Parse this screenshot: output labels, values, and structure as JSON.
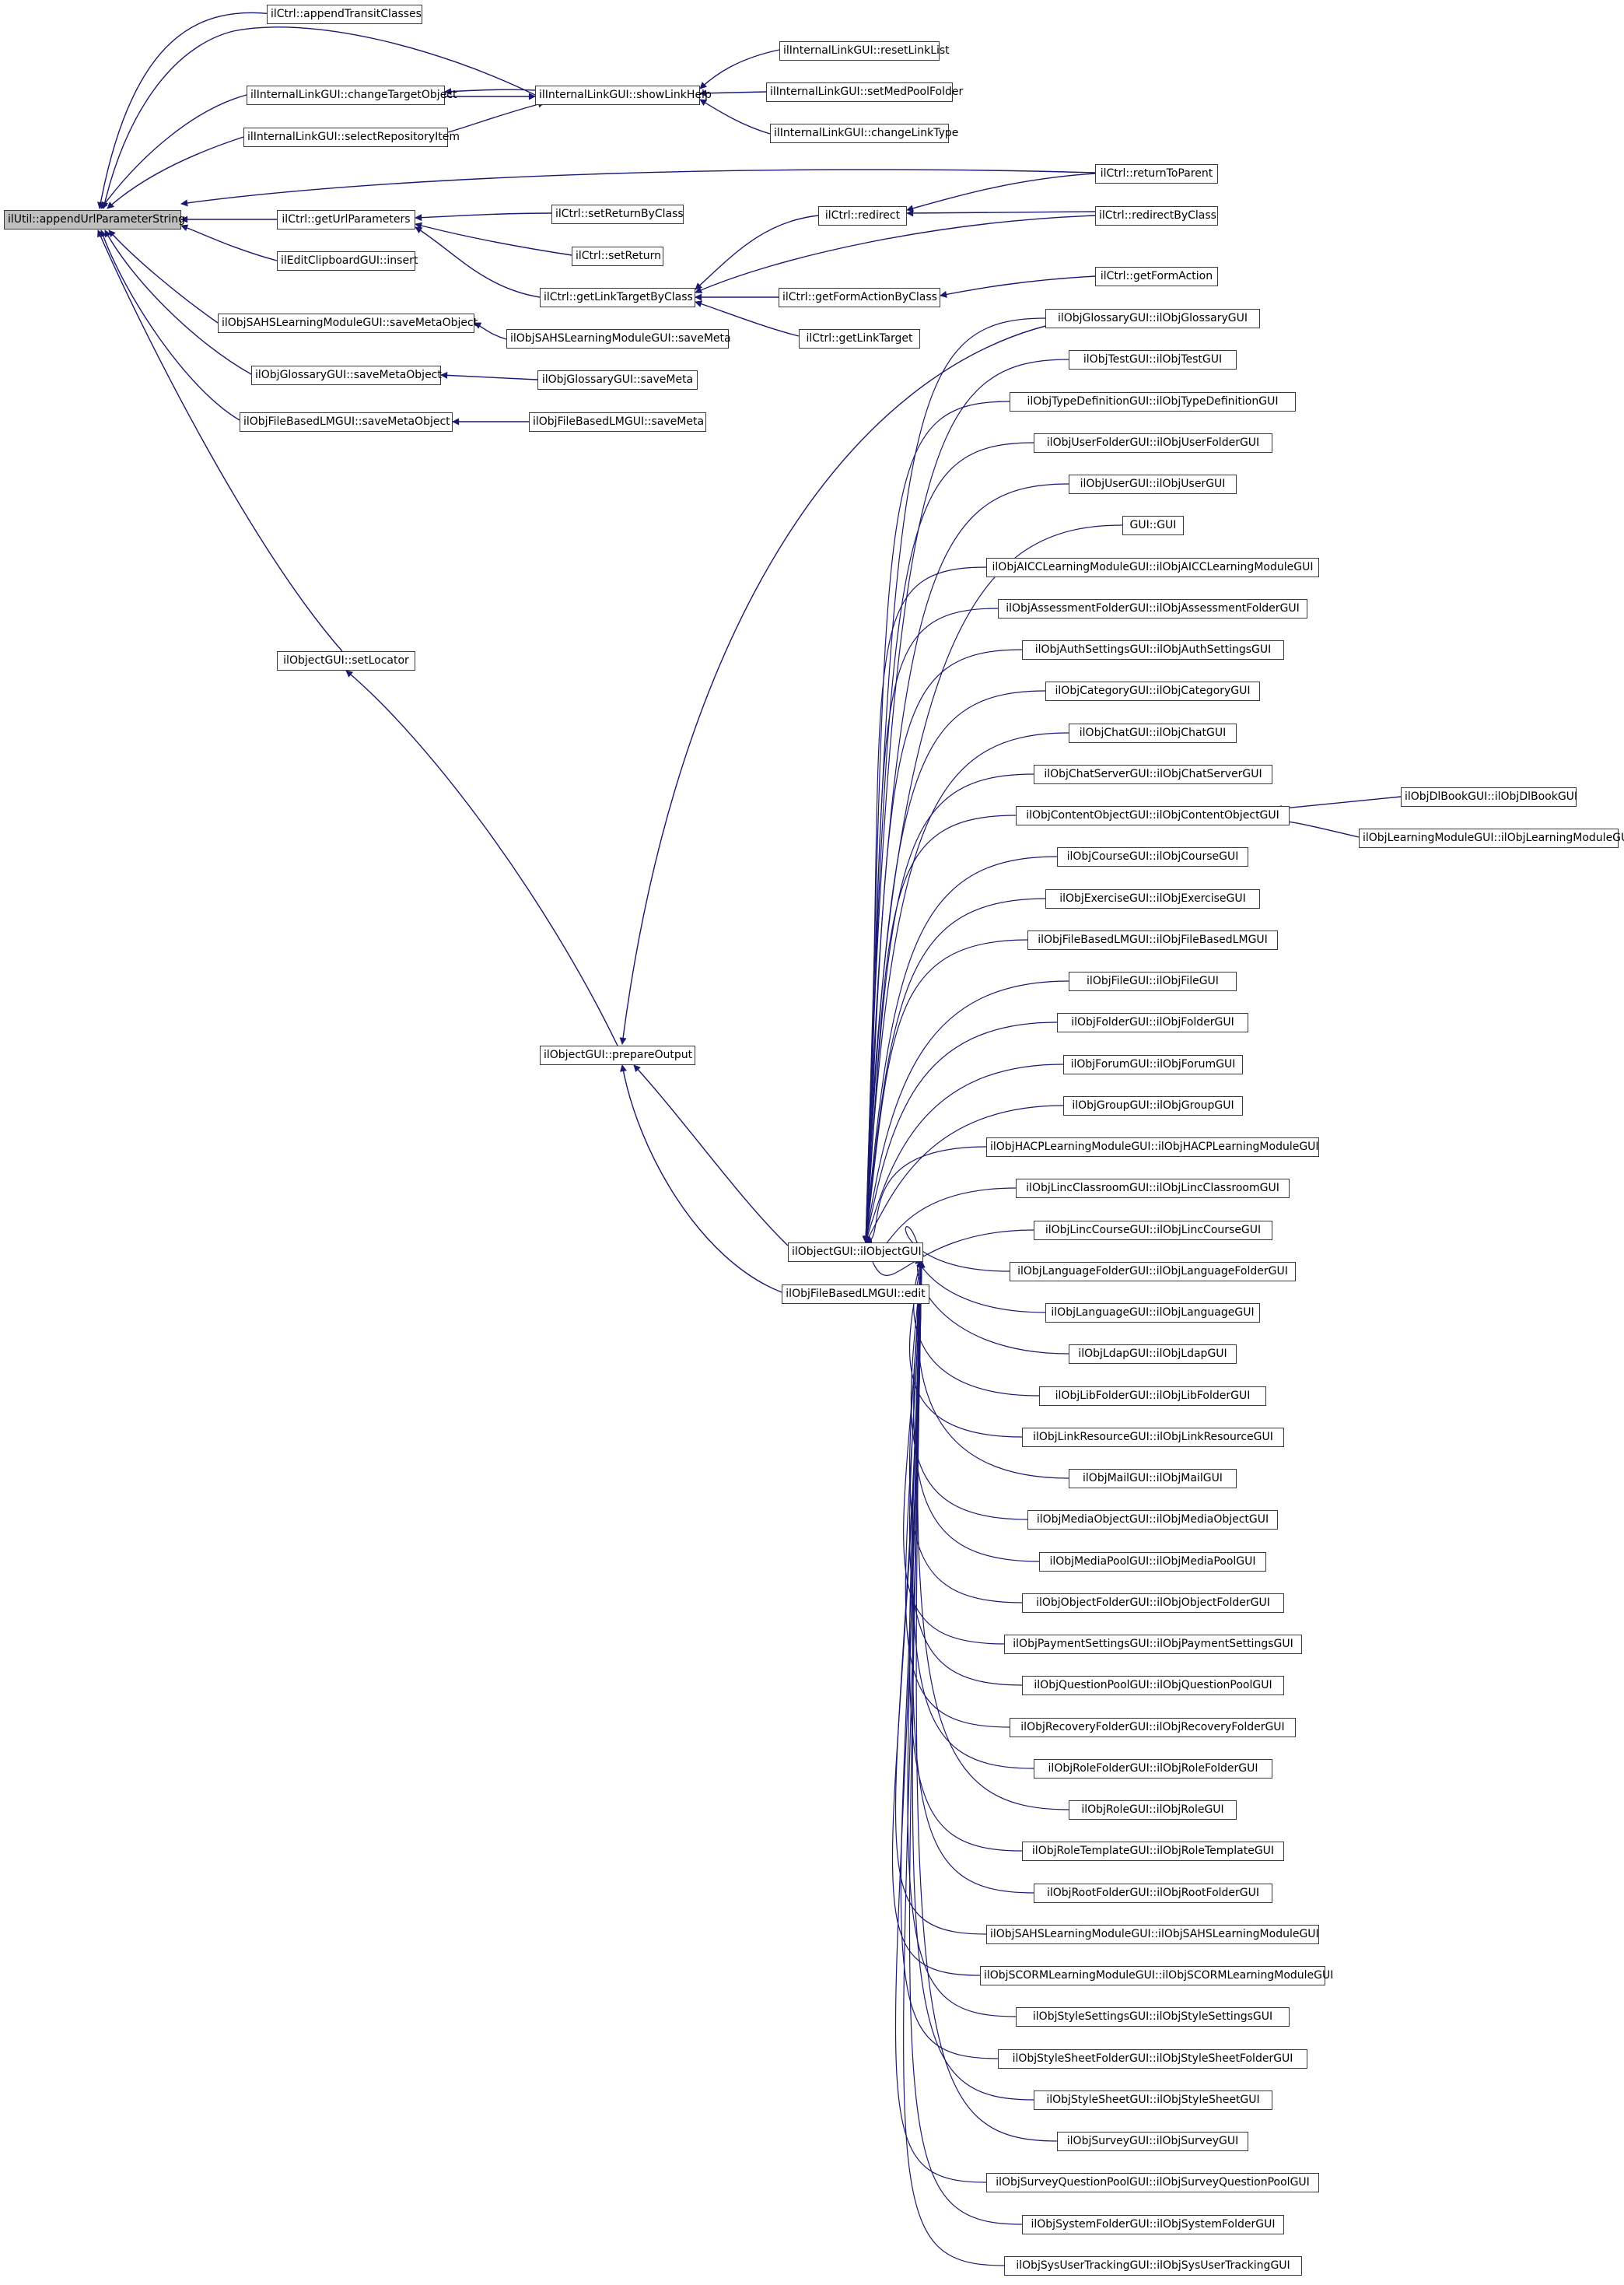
{
  "colors": {
    "edge": "#191970",
    "root_fill": "#bfbfbf",
    "node_border": "#3a3a3a"
  },
  "nodes": {
    "root": "ilUtil::appendUrlParameterString",
    "n1": "ilCtrl::appendTransitClasses",
    "n2": "ilInternalLinkGUI::changeTargetObject",
    "n3": "ilInternalLinkGUI::showLinkHelp",
    "n4": "ilInternalLinkGUI::resetLinkList",
    "n5": "ilInternalLinkGUI::setMedPoolFolder",
    "n6": "ilInternalLinkGUI::changeLinkType",
    "n7": "ilInternalLinkGUI::selectRepositoryItem",
    "n8": "ilCtrl::returnToParent",
    "n9": "ilCtrl::getUrlParameters",
    "n10": "ilCtrl::setReturnByClass",
    "n11": "ilCtrl::redirect",
    "n12": "ilCtrl::redirectByClass",
    "n13": "ilEditClipboardGUI::insert",
    "n14": "ilCtrl::setReturn",
    "n15": "ilCtrl::getLinkTargetByClass",
    "n16": "ilCtrl::getFormActionByClass",
    "n17": "ilCtrl::getFormAction",
    "n18": "ilObjSAHSLearningModuleGUI::saveMetaObject",
    "n19": "ilObjSAHSLearningModuleGUI::saveMeta",
    "n20": "ilCtrl::getLinkTarget",
    "n21": "ilObjGlossaryGUI::saveMetaObject",
    "n22": "ilObjGlossaryGUI::saveMeta",
    "n23": "ilObjFileBasedLMGUI::saveMetaObject",
    "n24": "ilObjFileBasedLMGUI::saveMeta",
    "n25": "ilObjectGUI::setLocator",
    "n26": "ilObjectGUI::prepareOutput",
    "n27": "ilObjectGUI::ilObjectGUI",
    "n28": "ilObjFileBasedLMGUI::edit",
    "n29": "ilObjDlBookGUI::ilObjDlBookGUI",
    "n30": "ilObjLearningModuleGUI::ilObjLearningModuleGUI"
  },
  "subclasses": [
    "ilObjGlossaryGUI::ilObjGlossaryGUI",
    "ilObjTestGUI::ilObjTestGUI",
    "ilObjTypeDefinitionGUI::ilObjTypeDefinitionGUI",
    "ilObjUserFolderGUI::ilObjUserFolderGUI",
    "ilObjUserGUI::ilObjUserGUI",
    "GUI::GUI",
    "ilObjAICCLearningModuleGUI::ilObjAICCLearningModuleGUI",
    "ilObjAssessmentFolderGUI::ilObjAssessmentFolderGUI",
    "ilObjAuthSettingsGUI::ilObjAuthSettingsGUI",
    "ilObjCategoryGUI::ilObjCategoryGUI",
    "ilObjChatGUI::ilObjChatGUI",
    "ilObjChatServerGUI::ilObjChatServerGUI",
    "ilObjContentObjectGUI::ilObjContentObjectGUI",
    "ilObjCourseGUI::ilObjCourseGUI",
    "ilObjExerciseGUI::ilObjExerciseGUI",
    "ilObjFileBasedLMGUI::ilObjFileBasedLMGUI",
    "ilObjFileGUI::ilObjFileGUI",
    "ilObjFolderGUI::ilObjFolderGUI",
    "ilObjForumGUI::ilObjForumGUI",
    "ilObjGroupGUI::ilObjGroupGUI",
    "ilObjHACPLearningModuleGUI::ilObjHACPLearningModuleGUI",
    "ilObjLincClassroomGUI::ilObjLincClassroomGUI",
    "ilObjLincCourseGUI::ilObjLincCourseGUI",
    "ilObjLanguageFolderGUI::ilObjLanguageFolderGUI",
    "ilObjLanguageGUI::ilObjLanguageGUI",
    "ilObjLdapGUI::ilObjLdapGUI",
    "ilObjLibFolderGUI::ilObjLibFolderGUI",
    "ilObjLinkResourceGUI::ilObjLinkResourceGUI",
    "ilObjMailGUI::ilObjMailGUI",
    "ilObjMediaObjectGUI::ilObjMediaObjectGUI",
    "ilObjMediaPoolGUI::ilObjMediaPoolGUI",
    "ilObjObjectFolderGUI::ilObjObjectFolderGUI",
    "ilObjPaymentSettingsGUI::ilObjPaymentSettingsGUI",
    "ilObjQuestionPoolGUI::ilObjQuestionPoolGUI",
    "ilObjRecoveryFolderGUI::ilObjRecoveryFolderGUI",
    "ilObjRoleFolderGUI::ilObjRoleFolderGUI",
    "ilObjRoleGUI::ilObjRoleGUI",
    "ilObjRoleTemplateGUI::ilObjRoleTemplateGUI",
    "ilObjRootFolderGUI::ilObjRootFolderGUI",
    "ilObjSAHSLearningModuleGUI::ilObjSAHSLearningModuleGUI",
    "ilObjSCORMLearningModuleGUI::ilObjSCORMLearningModuleGUI",
    "ilObjStyleSettingsGUI::ilObjStyleSettingsGUI",
    "ilObjStyleSheetFolderGUI::ilObjStyleSheetFolderGUI",
    "ilObjStyleSheetGUI::ilObjStyleSheetGUI",
    "ilObjSurveyGUI::ilObjSurveyGUI",
    "ilObjSurveyQuestionPoolGUI::ilObjSurveyQuestionPoolGUI",
    "ilObjSystemFolderGUI::ilObjSystemFolderGUI",
    "ilObjSysUserTrackingGUI::ilObjSysUserTrackingGUI"
  ]
}
